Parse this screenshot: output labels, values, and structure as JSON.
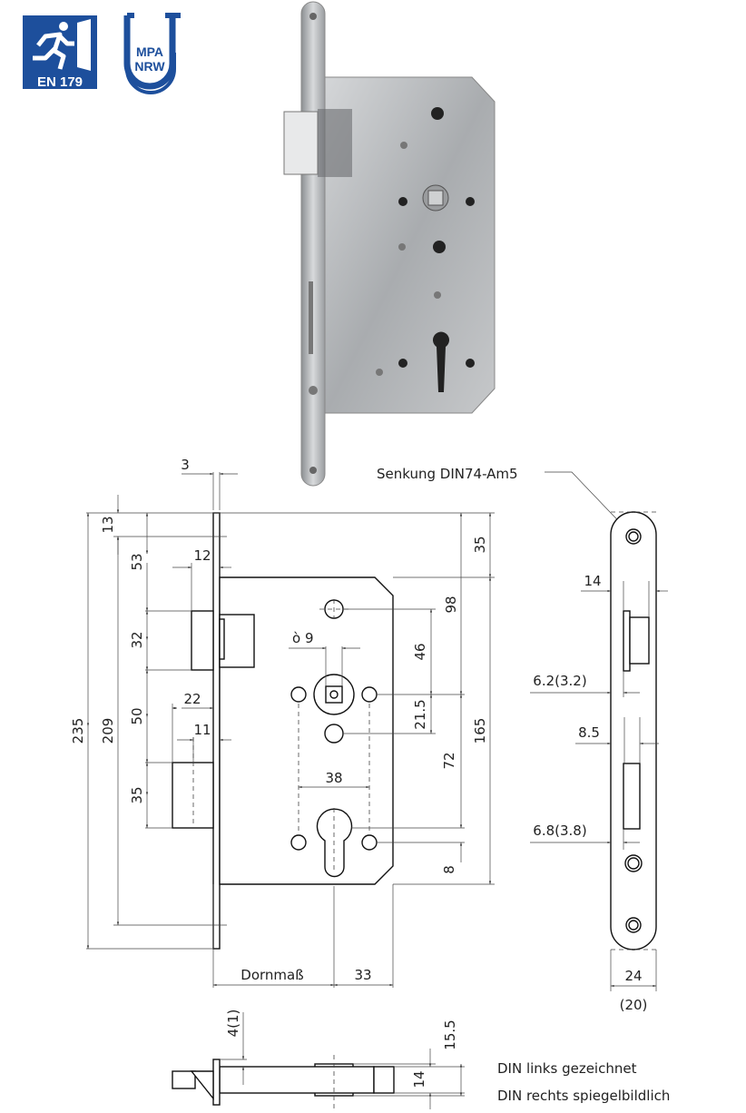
{
  "logos": {
    "en179": {
      "text": "EN 179",
      "icon": "emergency-exit-running-man-icon",
      "color": "#1d4f9c"
    },
    "mpa": {
      "text_line1": "MPA",
      "text_line2": "NRW",
      "color": "#1d4f9c"
    }
  },
  "photo": {
    "icon": "mortise-lock-photo"
  },
  "front_view": {
    "dims": {
      "faceplate_thickness": "3",
      "top_offset": "13",
      "latch_top": "53",
      "latch_height": "32",
      "latch_gap": "50",
      "deadbolt_height": "35",
      "total_height": "235",
      "screw_spacing": "209",
      "latch_projection": "12",
      "deadbolt_projection": "22",
      "deadbolt_projection_inner": "11",
      "square_size": "ò 9",
      "hole_spacing": "38",
      "right_top": "35",
      "right_98": "98",
      "follower_upper": "46",
      "follower_lower": "21.5",
      "follower_cylinder": "72",
      "body_height": "165",
      "cylinder_bottom": "8",
      "backset_label": "Dornmaß",
      "body_right": "33"
    }
  },
  "side_view": {
    "countersink_label": "Senkung  DIN74-Am5",
    "dims": {
      "latch_width": "14",
      "latch_offset": "6.2(3.2)",
      "bolt_width": "8.5",
      "bolt_offset": "6.8(3.8)",
      "faceplate_width": "24",
      "faceplate_width_alt": "(20)"
    }
  },
  "bottom_view": {
    "dims": {
      "faceplate_offset": "4(1)",
      "body_thickness": "14",
      "total_thickness": "15.5"
    }
  },
  "notes": {
    "line1": "DIN links gezeichnet",
    "line2": "DIN rechts spiegelbildlich"
  }
}
